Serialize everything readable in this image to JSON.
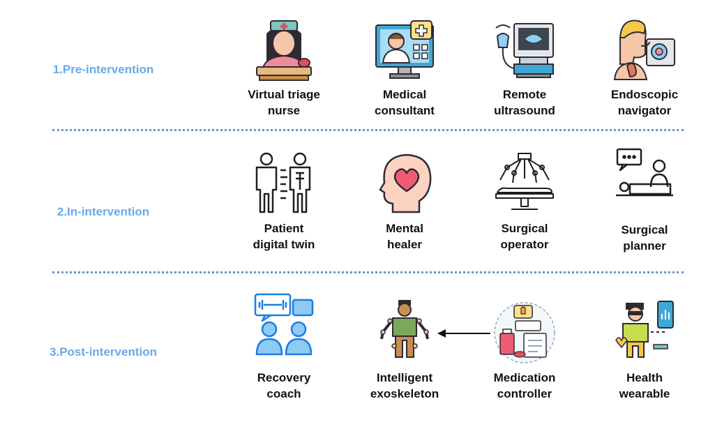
{
  "stages": [
    {
      "label": "1.Pre-intervention",
      "agents": [
        {
          "line1": "Virtual triage",
          "line2": "nurse",
          "icon": "nurse-icon"
        },
        {
          "line1": "Medical",
          "line2": "consultant",
          "icon": "doctor-monitor-icon"
        },
        {
          "line1": "Remote",
          "line2": "ultrasound",
          "icon": "ultrasound-icon"
        },
        {
          "line1": "Endoscopic",
          "line2": "navigator",
          "icon": "endoscope-icon"
        }
      ]
    },
    {
      "label": "2.In-intervention",
      "agents": [
        {
          "line1": "Patient",
          "line2": "digital twin",
          "icon": "digital-twin-icon"
        },
        {
          "line1": "Mental",
          "line2": "healer",
          "icon": "heart-head-icon"
        },
        {
          "line1": "Surgical",
          "line2": "operator",
          "icon": "surgical-robot-icon"
        },
        {
          "line1": "Surgical",
          "line2": "planner",
          "icon": "patient-planning-icon"
        }
      ]
    },
    {
      "label": "3.Post-intervention",
      "agents": [
        {
          "line1": "Recovery",
          "line2": "coach",
          "icon": "coach-icon"
        },
        {
          "line1": "Intelligent",
          "line2": "exoskeleton",
          "icon": "exoskeleton-icon"
        },
        {
          "line1": "Medication",
          "line2": "controller",
          "icon": "medication-icon"
        },
        {
          "line1": "Health",
          "line2": "wearable",
          "icon": "wearable-icon"
        }
      ]
    }
  ],
  "colors": {
    "stage_label": "#69A9E6",
    "divider": "#6E94C4",
    "caption": "#111111",
    "arrow": "#111111"
  }
}
